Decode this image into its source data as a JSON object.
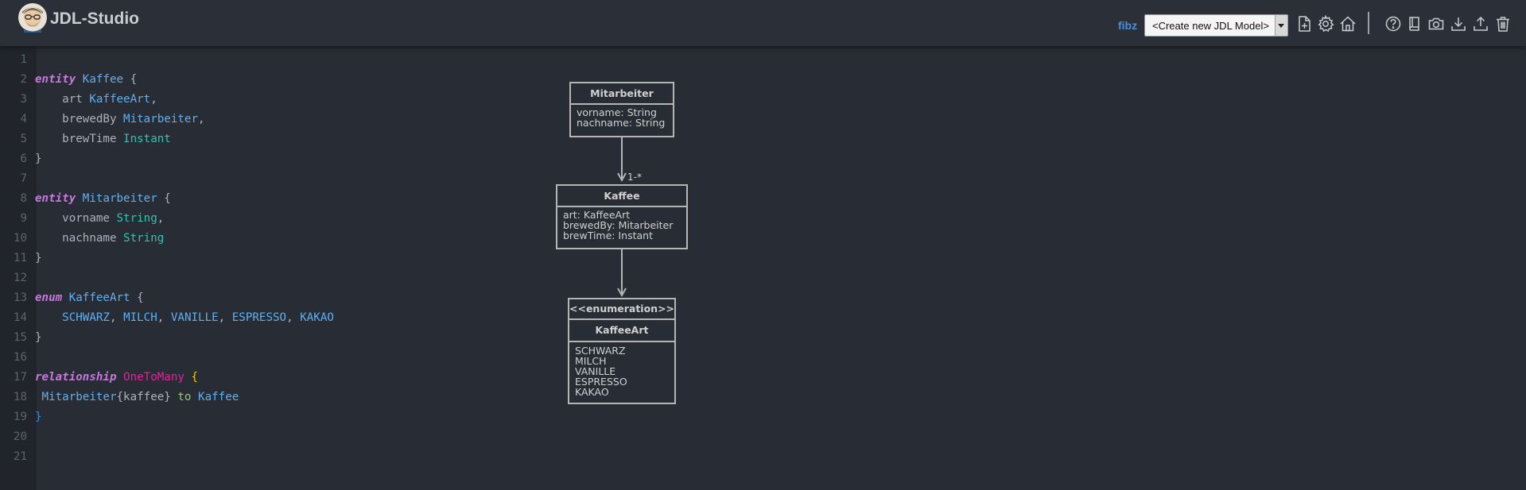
{
  "header": {
    "title": "JDL-Studio",
    "user": "fibz",
    "model_select": {
      "selected": "<Create new JDL Model>",
      "options": [
        "<Create new JDL Model>"
      ]
    },
    "toolbar": [
      {
        "name": "new-file-icon",
        "label": "New"
      },
      {
        "name": "gear-icon",
        "label": "Settings"
      },
      {
        "name": "home-icon",
        "label": "Home"
      },
      {
        "name": "help-icon",
        "label": "Help"
      },
      {
        "name": "book-icon",
        "label": "Documentation"
      },
      {
        "name": "camera-icon",
        "label": "Snapshot"
      },
      {
        "name": "download-icon",
        "label": "Download"
      },
      {
        "name": "upload-icon",
        "label": "Upload"
      },
      {
        "name": "trash-icon",
        "label": "Delete"
      }
    ]
  },
  "editor": {
    "lines": [
      {
        "n": "1",
        "tokens": []
      },
      {
        "n": "2",
        "tokens": [
          [
            "keyword",
            "entity"
          ],
          [
            "plain",
            " "
          ],
          [
            "name",
            "Kaffee"
          ],
          [
            "brace",
            " {"
          ]
        ]
      },
      {
        "n": "3",
        "tokens": [
          [
            "plain",
            "    art "
          ],
          [
            "name",
            "KaffeeArt"
          ],
          [
            "punct",
            ","
          ]
        ]
      },
      {
        "n": "4",
        "tokens": [
          [
            "plain",
            "    brewedBy "
          ],
          [
            "name",
            "Mitarbeiter"
          ],
          [
            "punct",
            ","
          ]
        ]
      },
      {
        "n": "5",
        "tokens": [
          [
            "plain",
            "    brewTime "
          ],
          [
            "type",
            "Instant"
          ]
        ]
      },
      {
        "n": "6",
        "tokens": [
          [
            "brace",
            "}"
          ]
        ]
      },
      {
        "n": "7",
        "tokens": []
      },
      {
        "n": "8",
        "tokens": [
          [
            "keyword",
            "entity"
          ],
          [
            "plain",
            " "
          ],
          [
            "name",
            "Mitarbeiter"
          ],
          [
            "brace",
            " {"
          ]
        ]
      },
      {
        "n": "9",
        "tokens": [
          [
            "plain",
            "    vorname "
          ],
          [
            "type",
            "String"
          ],
          [
            "punct",
            ","
          ]
        ]
      },
      {
        "n": "10",
        "tokens": [
          [
            "plain",
            "    nachname "
          ],
          [
            "type",
            "String"
          ]
        ]
      },
      {
        "n": "11",
        "tokens": [
          [
            "brace",
            "}"
          ]
        ]
      },
      {
        "n": "12",
        "tokens": []
      },
      {
        "n": "13",
        "tokens": [
          [
            "keyword",
            "enum"
          ],
          [
            "plain",
            " "
          ],
          [
            "name",
            "KaffeeArt"
          ],
          [
            "brace",
            " {"
          ]
        ]
      },
      {
        "n": "14",
        "tokens": [
          [
            "plain",
            "    "
          ],
          [
            "enumval",
            "SCHWARZ"
          ],
          [
            "punct",
            ", "
          ],
          [
            "enumval",
            "MILCH"
          ],
          [
            "punct",
            ", "
          ],
          [
            "enumval",
            "VANILLE"
          ],
          [
            "punct",
            ", "
          ],
          [
            "enumval",
            "ESPRESSO"
          ],
          [
            "punct",
            ", "
          ],
          [
            "enumval",
            "KAKAO"
          ]
        ]
      },
      {
        "n": "15",
        "tokens": [
          [
            "brace",
            "}"
          ]
        ]
      },
      {
        "n": "16",
        "tokens": []
      },
      {
        "n": "17",
        "tokens": [
          [
            "keyword",
            "relationship"
          ],
          [
            "plain",
            " "
          ],
          [
            "relkind",
            "OneToMany"
          ],
          [
            "yellowbrace",
            " {"
          ]
        ]
      },
      {
        "n": "18",
        "tokens": [
          [
            "plain",
            " "
          ],
          [
            "name",
            "Mitarbeiter"
          ],
          [
            "plain",
            "{kaffee} "
          ],
          [
            "to",
            "to"
          ],
          [
            "plain",
            " "
          ],
          [
            "name",
            "Kaffee"
          ]
        ]
      },
      {
        "n": "19",
        "tokens": [
          [
            "bluebrace",
            "}"
          ]
        ]
      },
      {
        "n": "20",
        "tokens": []
      },
      {
        "n": "21",
        "tokens": []
      }
    ]
  },
  "diagram": {
    "mitarbeiter": {
      "title": "Mitarbeiter",
      "fields": [
        "vorname: String",
        "nachname: String"
      ]
    },
    "kaffee": {
      "title": "Kaffee",
      "fields": [
        "art: KaffeeArt",
        "brewedBy: Mitarbeiter",
        "brewTime: Instant"
      ]
    },
    "kaffeeart": {
      "stereotype": "<<enumeration>>",
      "title": "KaffeeArt",
      "values": [
        "SCHWARZ",
        "MILCH",
        "VANILLE",
        "ESPRESSO",
        "KAKAO"
      ]
    },
    "relation_label": "1-*"
  },
  "colors": {
    "background": "#282c34",
    "header": "#2b2f37",
    "gutter": "#21252b",
    "keyword": "#c678dd",
    "name": "#61afef",
    "type": "#2ec4b6",
    "relationship": "#e81f9e",
    "user": "#4f8ed8"
  }
}
